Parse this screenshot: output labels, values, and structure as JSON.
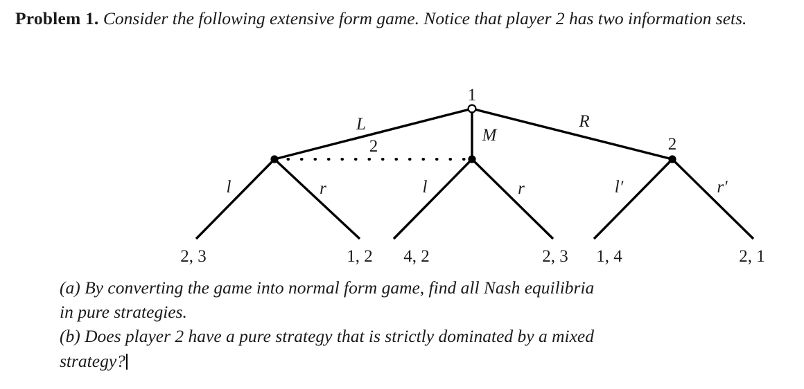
{
  "problem": {
    "label": "Problem 1.",
    "text": "Consider the following extensive form game. Notice that player 2 has two information sets."
  },
  "tree": {
    "root_player_label": "1",
    "info_set_label": "2",
    "right_node_player_label": "2",
    "root_actions": {
      "left": "L",
      "middle": "M",
      "right": "R"
    },
    "node_actions": {
      "left_node_left": "l",
      "left_node_right": "r",
      "middle_node_left": "l",
      "middle_node_right": "r",
      "right_node_left": "l′",
      "right_node_right": "r′"
    },
    "payoffs": [
      "2, 3",
      "1, 2",
      "4, 2",
      "2, 3",
      "1, 4",
      "2, 1"
    ]
  },
  "questions": {
    "a_line1": "(a) By converting the game into normal form game, find all Nash equilibria",
    "a_line2": "in pure strategies.",
    "b_line1": "(b) Does player 2 have a pure strategy that is strictly dominated by a mixed",
    "b_line2": "strategy?"
  }
}
